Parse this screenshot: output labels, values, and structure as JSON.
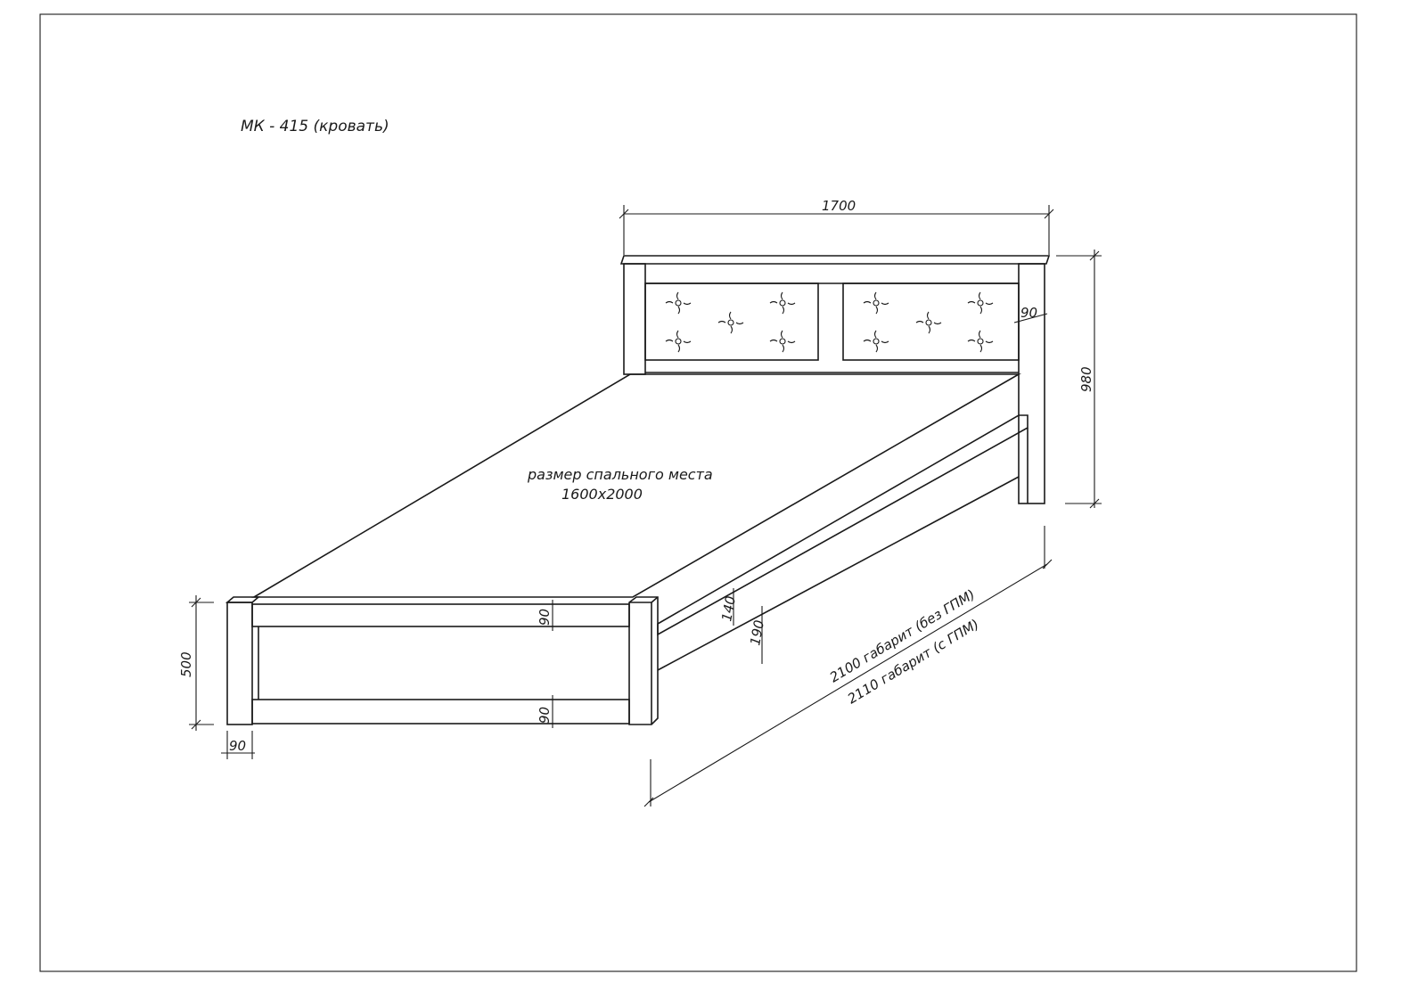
{
  "title": "МК - 415 (кровать)",
  "sleeping_area": {
    "label": "размер спального места",
    "size": "1600x2000"
  },
  "dimensions": {
    "width": "1700",
    "headboard_height": "980",
    "headboard_post": "90",
    "footboard_height": "500",
    "footboard_post": "90",
    "footboard_top_rail": "90",
    "footboard_bottom_rail": "90",
    "side_rail": "140",
    "side_rail_height": "190",
    "length_without": "2100 габарит (без ГПМ)",
    "length_with": "2110 габарит (с ГПМ)"
  }
}
